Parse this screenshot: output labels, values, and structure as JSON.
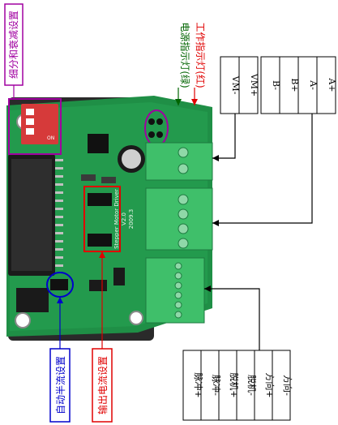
{
  "callouts": {
    "top_magenta": "细分和衰减设置",
    "power_indicator": "电源指示灯(绿)",
    "working_indicator": "工作指示灯(红)",
    "auto_half_current": "自动半流设置",
    "output_current": "输出电流设置"
  },
  "power_terminal": {
    "labels": [
      "VM-",
      "VM+"
    ]
  },
  "motor_terminal": {
    "labels": [
      "B-",
      "B+",
      "A-",
      "A+"
    ]
  },
  "signal_terminal": {
    "labels": [
      "脉冲+",
      "脉冲-",
      "脱机+",
      "脱机-",
      "方向+",
      "方向-"
    ]
  },
  "board": {
    "silkscreen_lines": [
      "Stepper Motor Driver",
      "V2.0",
      "2009.3"
    ],
    "dip_switch_text": "ON"
  },
  "colors": {
    "board_green": "#1f8f46",
    "board_dark": "#13683a",
    "terminal_green": "#3fbf6a",
    "magenta": "#a000a0",
    "red_label": "#e00000",
    "blue_label": "#0000cc",
    "dark_green_label": "#006400"
  }
}
